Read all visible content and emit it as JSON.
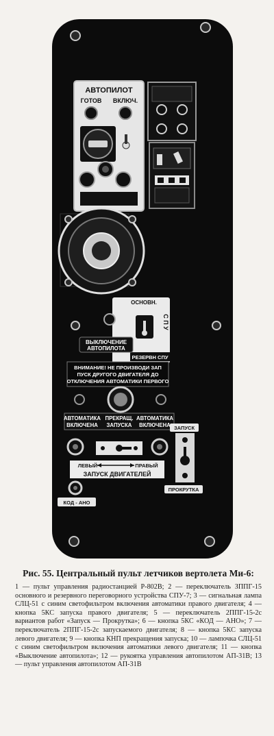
{
  "panel": {
    "autopilot": "АВТОПИЛОТ",
    "ready": "ГОТОВ",
    "engaged": "ВКЛЮЧ.",
    "osnovn": "ОСНОВН.",
    "spu": "С П У",
    "reserv": "РЕЗЕРВН СПУ",
    "ap_off_1": "ВЫКЛЮЧЕНИЕ",
    "ap_off_2": "АВТОПИЛОТА",
    "warn_1": "ВНИМАНИЕ! НЕ ПРОИЗВОДИ ЗАП",
    "warn_2": "ПУСК ДРУГОГО ДВИГАТЕЛЯ ДО",
    "warn_3": "ОТКЛЮЧЕНИЯ АВТОМАТИКИ ПЕРВОГО",
    "auto_left_1": "АВТОМАТИКА",
    "auto_left_2": "ВКЛЮЧЕНА",
    "stop_1": "ПРЕКРАЩ.",
    "stop_2": "ЗАПУСКА",
    "auto_right_1": "АВТОМАТИКА",
    "auto_right_2": "ВКЛЮЧЕНА",
    "zapusk": "ЗАПУСК",
    "left": "ЛЕВЫЙ",
    "right": "ПРАВЫЙ",
    "engine_start": "ЗАПУСК ДВИГАТЕЛЕЙ",
    "prokrutka": "ПРОКРУТКА",
    "kod_ano": "КОД - АНО"
  },
  "caption": {
    "title": "Рис. 55. Центральный пульт летчиков вертолета Ми-6:",
    "body": "1 — пульт управления радиостанцией Р-802В; 2 — переключатель ЗППГ-15 основного и резервного переговорного устройства СПУ-7; 3 — сигнальная лампа СЛЦ-51 с синим светофильтром включения автоматики правого двигателя; 4 — кнопка 5КС запуска правого двигателя; 5 — переключатель 2ППГ-15-2с вариантов работ «Запуск — Прокрутка»; 6 — кнопка 5КС «КОД — АНО»; 7 — переключатель 2ППГ-15-2с запускаемого двигателя; 8 — кнопка 5КС запуска левого двигателя; 9 — кнопка КНП прекращения запуска; 10 — лампочка СЛЦ-51 с синим светофильтром включения автоматики левого двигателя; 11 — кнопка «Выключение автопилота»; 12 — рукоятка управления автопилотом АП-31В; 13 — пульт управления автопилотом АП-31В"
  }
}
